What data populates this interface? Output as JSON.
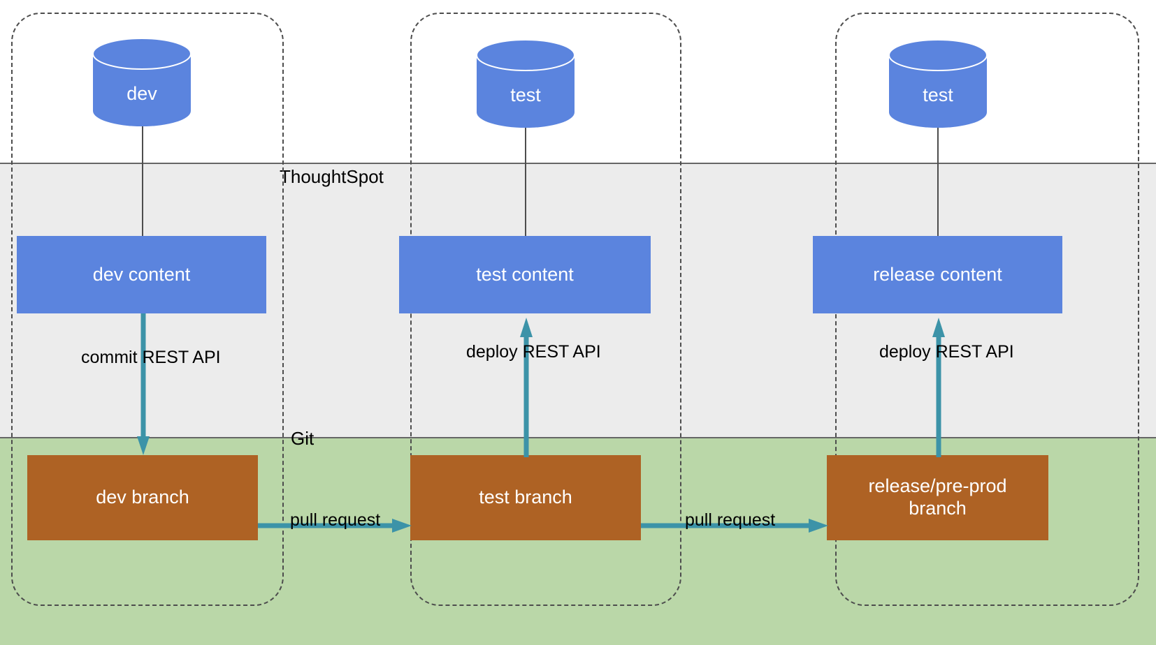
{
  "diagram": {
    "title": "ThoughtSpot Git branching and deployment workflow",
    "colors": {
      "database_blue": "#5B84DE",
      "content_blue": "#5B84DE",
      "branch_orange": "#AE6224",
      "thoughtspot_band": "#ECECEC",
      "git_band": "#BAD7A8",
      "arrow_teal": "#3C93A8",
      "connector_gray": "#4D4D4D",
      "lane_dash": "#4D4D4D"
    },
    "bands": [
      {
        "id": "thoughtspot",
        "label": "ThoughtSpot"
      },
      {
        "id": "git",
        "label": "Git"
      }
    ],
    "lanes": [
      {
        "id": "lane-dev",
        "name": "dev-lane"
      },
      {
        "id": "lane-test",
        "name": "test-lane"
      },
      {
        "id": "lane-release",
        "name": "release-lane"
      }
    ],
    "databases": [
      {
        "id": "db-dev",
        "label": "dev"
      },
      {
        "id": "db-test-middle",
        "label": "test"
      },
      {
        "id": "db-test-right",
        "label": "test"
      }
    ],
    "content_boxes": [
      {
        "id": "content-dev",
        "label": "dev content"
      },
      {
        "id": "content-test",
        "label": "test content"
      },
      {
        "id": "content-release",
        "label": "release content"
      }
    ],
    "branch_boxes": [
      {
        "id": "branch-dev",
        "label": "dev branch"
      },
      {
        "id": "branch-test",
        "label": "test branch"
      },
      {
        "id": "branch-release",
        "label": "release/pre-prod branch"
      }
    ],
    "edge_labels": [
      {
        "id": "edge-commit",
        "label": "commit REST API"
      },
      {
        "id": "edge-deploy-test",
        "label": "deploy REST API"
      },
      {
        "id": "edge-deploy-release",
        "label": "deploy REST API"
      },
      {
        "id": "edge-pr-1",
        "label": "pull request"
      },
      {
        "id": "edge-pr-2",
        "label": "pull request"
      }
    ]
  }
}
